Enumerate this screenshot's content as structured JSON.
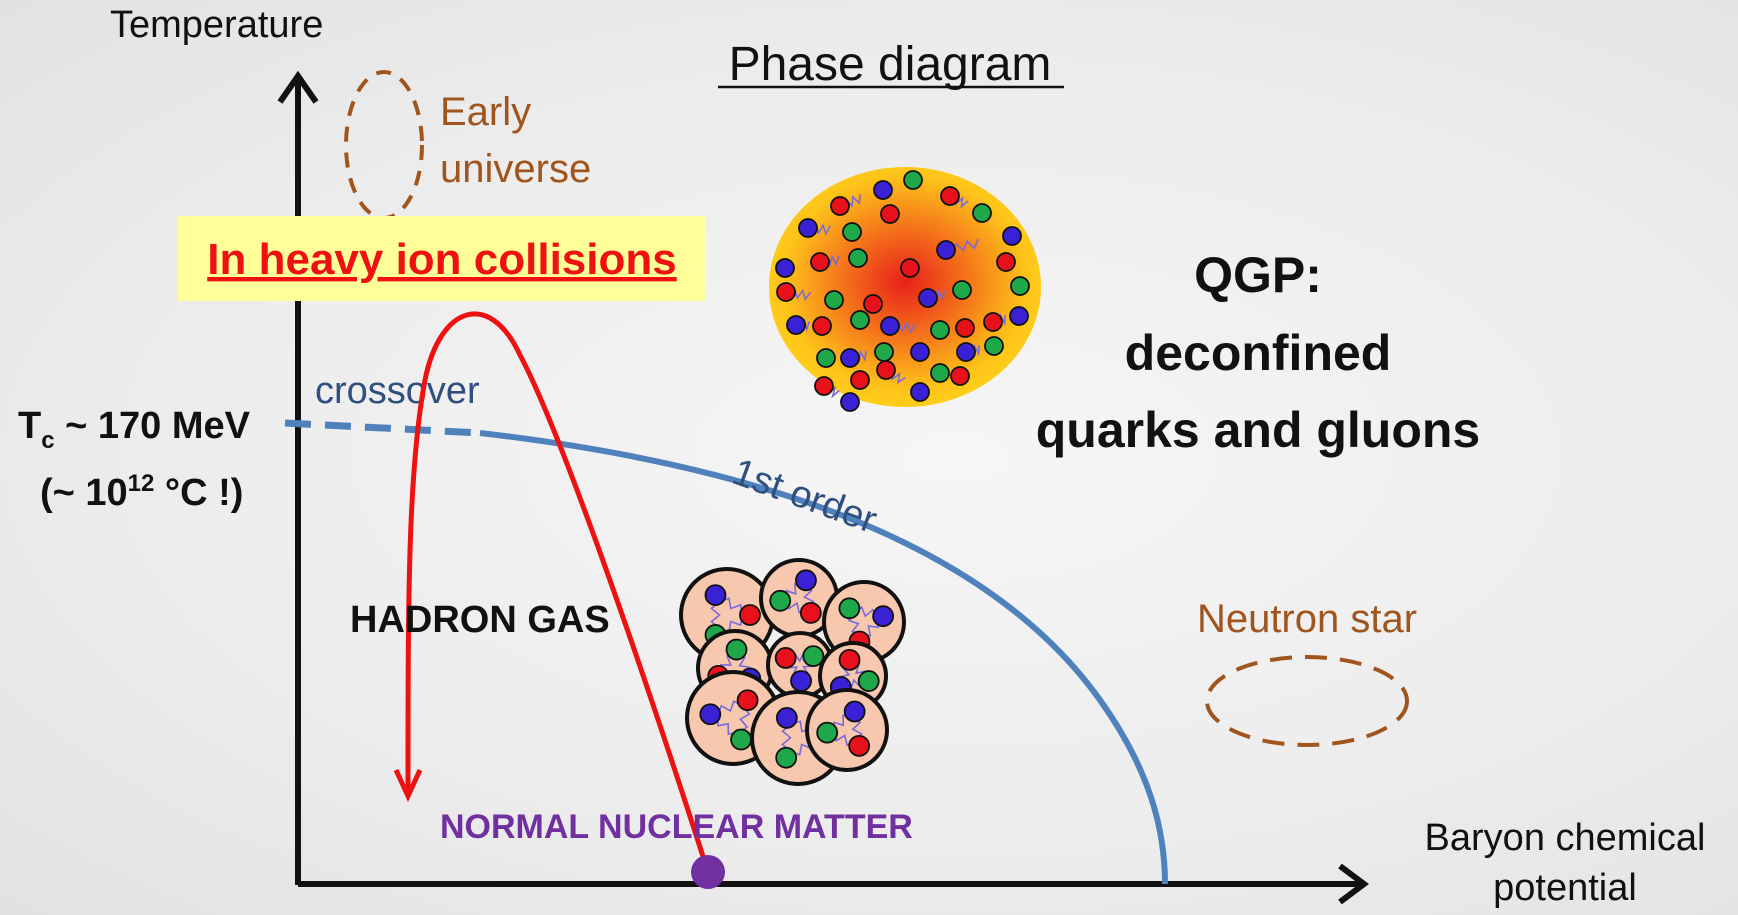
{
  "title": "Phase diagram",
  "axes": {
    "y_label": "Temperature",
    "x_label_line1": "Baryon chemical",
    "x_label_line2": "potential"
  },
  "tc_label": {
    "t": "T",
    "c": "c",
    "value": " ~ 170 MeV",
    "line2_start": "(~ 10",
    "exponent": "12",
    "line2_end": " °C !)"
  },
  "regions": {
    "qgp_line1": "QGP:",
    "qgp_line2": "deconfined",
    "qgp_line3": "quarks and gluons",
    "hadron_gas": "HADRON GAS",
    "normal_nuclear_matter": "NORMAL NUCLEAR MATTER",
    "early_universe_line1": "Early",
    "early_universe_line2": "universe",
    "neutron_star": "Neutron star"
  },
  "lines": {
    "crossover": "crossover",
    "first_order": "1st order"
  },
  "banner": "In heavy ion collisions",
  "colors": {
    "axis": "#111111",
    "phase_line": "#4f81bd",
    "phase_label": "#2f4f7f",
    "trajectory": "#ee1111",
    "banner_bg": "#ffff99",
    "banner_text": "#ee1111",
    "brown": "#a0551e",
    "purple": "#7030a0",
    "quark_red": "#e8101a",
    "quark_green": "#1fa84a",
    "quark_blue": "#3a21d6"
  }
}
